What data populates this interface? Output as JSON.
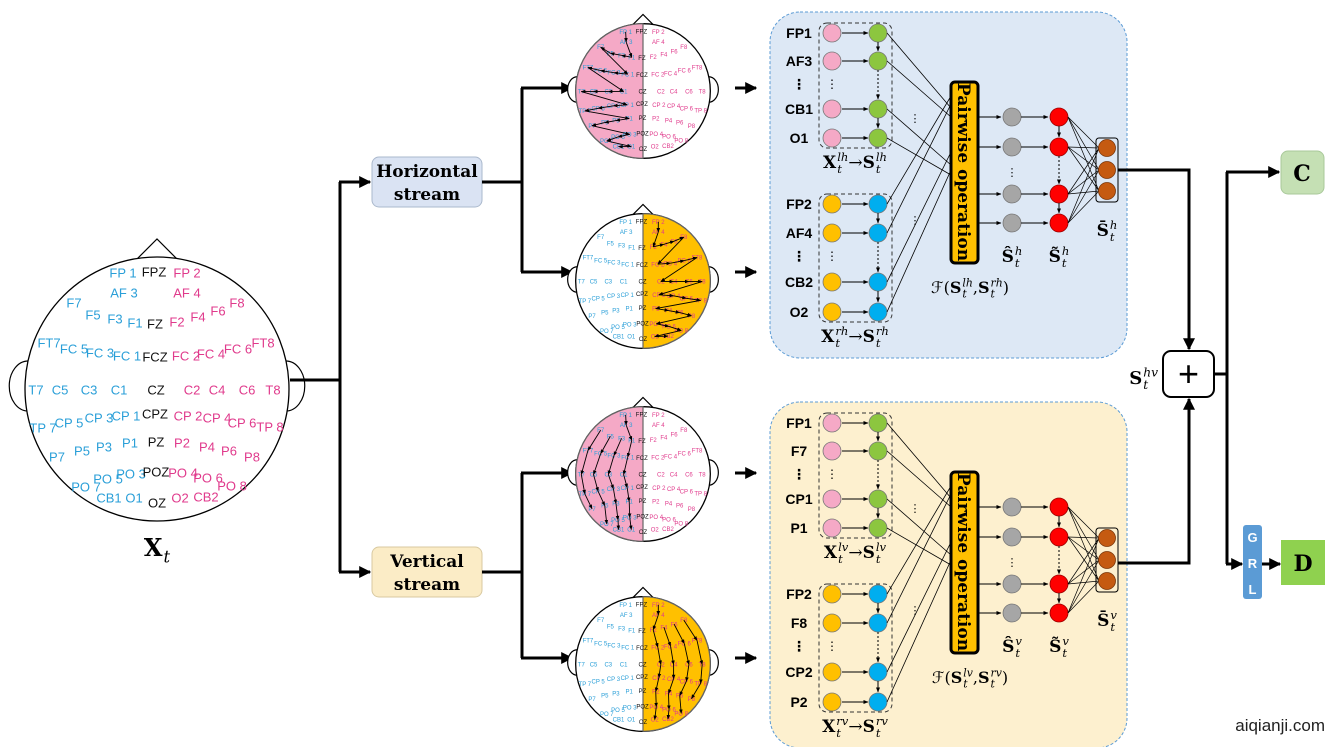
{
  "input_label": {
    "b": "X",
    "sub": "t"
  },
  "electrodes": [
    {
      "label": "FP 1",
      "side": "L"
    },
    {
      "label": "FPZ",
      "side": "M"
    },
    {
      "label": "FP 2",
      "side": "R"
    },
    {
      "label": "AF 3",
      "side": "L"
    },
    {
      "label": "AF 4",
      "side": "R"
    },
    {
      "label": "F7",
      "side": "L"
    },
    {
      "label": "F5",
      "side": "L"
    },
    {
      "label": "F3",
      "side": "L"
    },
    {
      "label": "F1",
      "side": "L"
    },
    {
      "label": "FZ",
      "side": "M"
    },
    {
      "label": "F2",
      "side": "R"
    },
    {
      "label": "F4",
      "side": "R"
    },
    {
      "label": "F6",
      "side": "R"
    },
    {
      "label": "F8",
      "side": "R"
    },
    {
      "label": "FT7",
      "side": "L"
    },
    {
      "label": "FC 5",
      "side": "L"
    },
    {
      "label": "FC 3",
      "side": "L"
    },
    {
      "label": "FC 1",
      "side": "L"
    },
    {
      "label": "FCZ",
      "side": "M"
    },
    {
      "label": "FC 2",
      "side": "R"
    },
    {
      "label": "FC 4",
      "side": "R"
    },
    {
      "label": "FC 6",
      "side": "R"
    },
    {
      "label": "FT8",
      "side": "R"
    },
    {
      "label": "T7",
      "side": "L"
    },
    {
      "label": "C5",
      "side": "L"
    },
    {
      "label": "C3",
      "side": "L"
    },
    {
      "label": "C1",
      "side": "L"
    },
    {
      "label": "CZ",
      "side": "M"
    },
    {
      "label": "C2",
      "side": "R"
    },
    {
      "label": "C4",
      "side": "R"
    },
    {
      "label": "C6",
      "side": "R"
    },
    {
      "label": "T8",
      "side": "R"
    },
    {
      "label": "TP 7",
      "side": "L"
    },
    {
      "label": "CP 5",
      "side": "L"
    },
    {
      "label": "CP 3",
      "side": "L"
    },
    {
      "label": "CP 1",
      "side": "L"
    },
    {
      "label": "CPZ",
      "side": "M"
    },
    {
      "label": "CP 2",
      "side": "R"
    },
    {
      "label": "CP 4",
      "side": "R"
    },
    {
      "label": "CP 6",
      "side": "R"
    },
    {
      "label": "TP 8",
      "side": "R"
    },
    {
      "label": "P7",
      "side": "L"
    },
    {
      "label": "P5",
      "side": "L"
    },
    {
      "label": "P3",
      "side": "L"
    },
    {
      "label": "P1",
      "side": "L"
    },
    {
      "label": "PZ",
      "side": "M"
    },
    {
      "label": "P2",
      "side": "R"
    },
    {
      "label": "P4",
      "side": "R"
    },
    {
      "label": "P6",
      "side": "R"
    },
    {
      "label": "P8",
      "side": "R"
    },
    {
      "label": "PO 7",
      "side": "L"
    },
    {
      "label": "PO 5",
      "side": "L"
    },
    {
      "label": "PO 3",
      "side": "L"
    },
    {
      "label": "POZ",
      "side": "M"
    },
    {
      "label": "PO 4",
      "side": "R"
    },
    {
      "label": "PO 6",
      "side": "R"
    },
    {
      "label": "PO 8",
      "side": "R"
    },
    {
      "label": "CB1",
      "side": "L"
    },
    {
      "label": "O1",
      "side": "L"
    },
    {
      "label": "OZ",
      "side": "M"
    },
    {
      "label": "O2",
      "side": "R"
    },
    {
      "label": "CB2",
      "side": "R"
    }
  ],
  "streams": {
    "horizontal": {
      "line1": "Horizontal",
      "line2": "stream"
    },
    "vertical": {
      "line1": "Vertical",
      "line2": "stream"
    }
  },
  "panels": [
    {
      "id": "horizontal",
      "left_rows": [
        "FP1",
        "AF3",
        "⋮",
        "CB1",
        "O1"
      ],
      "right_rows": [
        "FP2",
        "AF4",
        "⋮",
        "CB2",
        "O2"
      ],
      "pairwise_label": "Pairwise operation",
      "left_map": [
        {
          "b": "X",
          "sub": "t",
          "sup": "lh"
        },
        {
          "t": "→"
        },
        {
          "b": "S",
          "sub": "t",
          "sup": "lh"
        }
      ],
      "right_map": [
        {
          "b": "X",
          "sub": "t",
          "sup": "rh"
        },
        {
          "t": "→"
        },
        {
          "b": "S",
          "sub": "t",
          "sup": "rh"
        }
      ],
      "func": [
        {
          "t": "ℱ("
        },
        {
          "b": "S",
          "sub": "t",
          "sup": "lh"
        },
        {
          "t": ", "
        },
        {
          "b": "S",
          "sub": "t",
          "sup": "rh"
        },
        {
          "t": ")"
        }
      ],
      "hat": [
        {
          "b": "Ŝ",
          "sub": "t",
          "sup": "h"
        }
      ],
      "tilde": [
        {
          "b": "S̃",
          "sub": "t",
          "sup": "h"
        }
      ],
      "bar": [
        {
          "b": "S̄",
          "sub": "t",
          "sup": "h"
        }
      ]
    },
    {
      "id": "vertical",
      "left_rows": [
        "FP1",
        "F7",
        "⋮",
        "CP1",
        "P1"
      ],
      "right_rows": [
        "FP2",
        "F8",
        "⋮",
        "CP2",
        "P2"
      ],
      "pairwise_label": "Pairwise operation",
      "left_map": [
        {
          "b": "X",
          "sub": "t",
          "sup": "lv"
        },
        {
          "t": "→"
        },
        {
          "b": "S",
          "sub": "t",
          "sup": "lv"
        }
      ],
      "right_map": [
        {
          "b": "X",
          "sub": "t",
          "sup": "rv"
        },
        {
          "t": "→"
        },
        {
          "b": "S",
          "sub": "t",
          "sup": "rv"
        }
      ],
      "func": [
        {
          "t": "ℱ("
        },
        {
          "b": "S",
          "sub": "t",
          "sup": "lv"
        },
        {
          "t": ", "
        },
        {
          "b": "S",
          "sub": "t",
          "sup": "rv"
        },
        {
          "t": ")"
        }
      ],
      "hat": [
        {
          "b": "Ŝ",
          "sub": "t",
          "sup": "v"
        }
      ],
      "tilde": [
        {
          "b": "S̃",
          "sub": "t",
          "sup": "v"
        }
      ],
      "bar": [
        {
          "b": "S̄",
          "sub": "t",
          "sup": "v"
        }
      ]
    }
  ],
  "fusion": {
    "label": [
      {
        "b": "S",
        "sub": "t",
        "sup": "hv"
      }
    ],
    "symbol": "+"
  },
  "outputs": {
    "classifier": "C",
    "discriminator": "D",
    "grl": [
      "G",
      "R",
      "L"
    ]
  },
  "watermark": "aiqianji.com",
  "colors": {
    "left_text": "#2a9fd8",
    "right_text": "#e03a8c",
    "mid_text": "#111111",
    "pink_fill": "#f5a9c6",
    "yellow_fill": "#ffc000",
    "green_node": "#8cc63f",
    "blue_node": "#00aeef",
    "gray_node": "#a6a6a6",
    "red_node": "#ff0000",
    "brown_node": "#c55a11",
    "panel_blue": "#dde8f5",
    "panel_yellow": "#fdf0cf",
    "panel_border": "#5b9bd5",
    "h_stream_fill": "#dae3f3",
    "v_stream_fill": "#fbecc6",
    "c_fill": "#c5e0b4",
    "d_fill": "#8fd14f",
    "grl_fill": "#5b9bd5"
  }
}
